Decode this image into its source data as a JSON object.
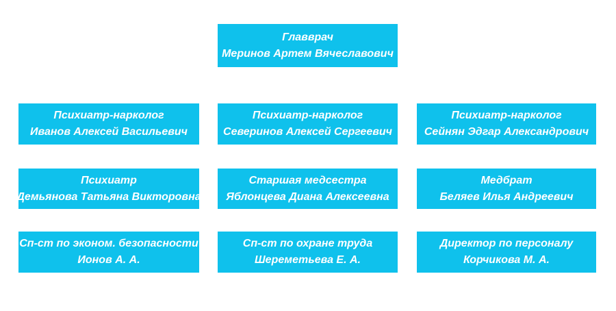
{
  "org_chart": {
    "type": "organizational-chart",
    "box_color": "#0fc1ec",
    "text_color": "#ffffff",
    "background_color": "#ffffff",
    "nodes": [
      {
        "title": "Главврач",
        "person": "Меринов Артем Вячеславович"
      },
      {
        "title": "Психиатр-нарколог",
        "person": "Иванов Алексей Васильевич"
      },
      {
        "title": "Психиатр-нарколог",
        "person": "Северинов Алексей Сергеевич"
      },
      {
        "title": "Психиатр-нарколог",
        "person": "Сейнян Эдгар Александрович"
      },
      {
        "title": "Психиатр",
        "person": "Демьянова Татьяна Викторовна"
      },
      {
        "title": "Старшая медсестра",
        "person": "Яблонцева Диана Алексеевна"
      },
      {
        "title": "Медбрат",
        "person": "Беляев Илья Андреевич"
      },
      {
        "title": "Сп-ст по эконом. безопасности",
        "person": "Ионов А. А."
      },
      {
        "title": "Сп-ст по охране труда",
        "person": "Шереметьева Е. А."
      },
      {
        "title": "Директор по персоналу",
        "person": "Корчикова М. А."
      }
    ]
  }
}
